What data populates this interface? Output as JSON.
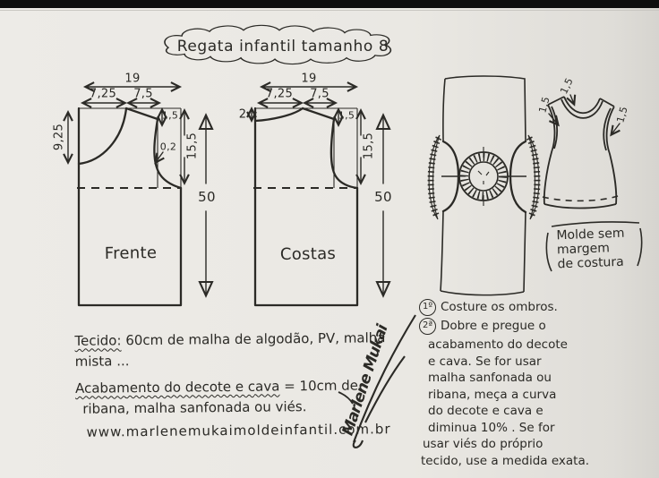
{
  "title": "Regata infantil tamanho 8",
  "colors": {
    "ink": "#2b2a26",
    "paper": "#eae8e3",
    "scan_bar": "#0e0e0e"
  },
  "pieces": {
    "frente": {
      "label": "Frente",
      "width_top": "19",
      "neck_width": "7,25",
      "shoulder_width": "7,5",
      "neck_depth": "9,25",
      "shoulder_drop": "1,5",
      "armhole_inset": "0,2",
      "armhole_depth": "15,5",
      "total_length": "50"
    },
    "costas": {
      "label": "Costas",
      "width_top": "19",
      "neck_width": "7,25",
      "shoulder_width": "7,5",
      "neck_depth": "2",
      "shoulder_drop": "1,5",
      "armhole_depth": "15,5",
      "total_length": "50"
    }
  },
  "garment": {
    "band_left": "1,5",
    "band_top": "1,5",
    "band_right": "1,5",
    "note_lines": [
      "Molde sem",
      "margem",
      "de costura"
    ]
  },
  "fabric_notes": {
    "label": "Tecido:",
    "line1": "60cm de malha de algodão, PV, malha",
    "line2": "mista ...",
    "finish_label": "Acabamento do decote e cava",
    "finish_rest": "= 10cm  de",
    "line4": "ribana, malha sanfonada ou viés.",
    "website": "www.marlenemukaimoldeinfantil.com.br"
  },
  "instructions": {
    "step1_number": "1º",
    "step1_text": "Costure os ombros.",
    "step2_number": "2ª",
    "step2_lines": [
      "Dobre e pregue o",
      "acabamento do decote",
      "e cava. Se for usar",
      "malha sanfonada ou",
      "ribana, meça a curva",
      "do decote e cava e",
      "diminua 10% . Se for",
      "usar viés do próprio",
      "tecido, use a medida exata."
    ]
  },
  "signature": "Marlene Mukai"
}
